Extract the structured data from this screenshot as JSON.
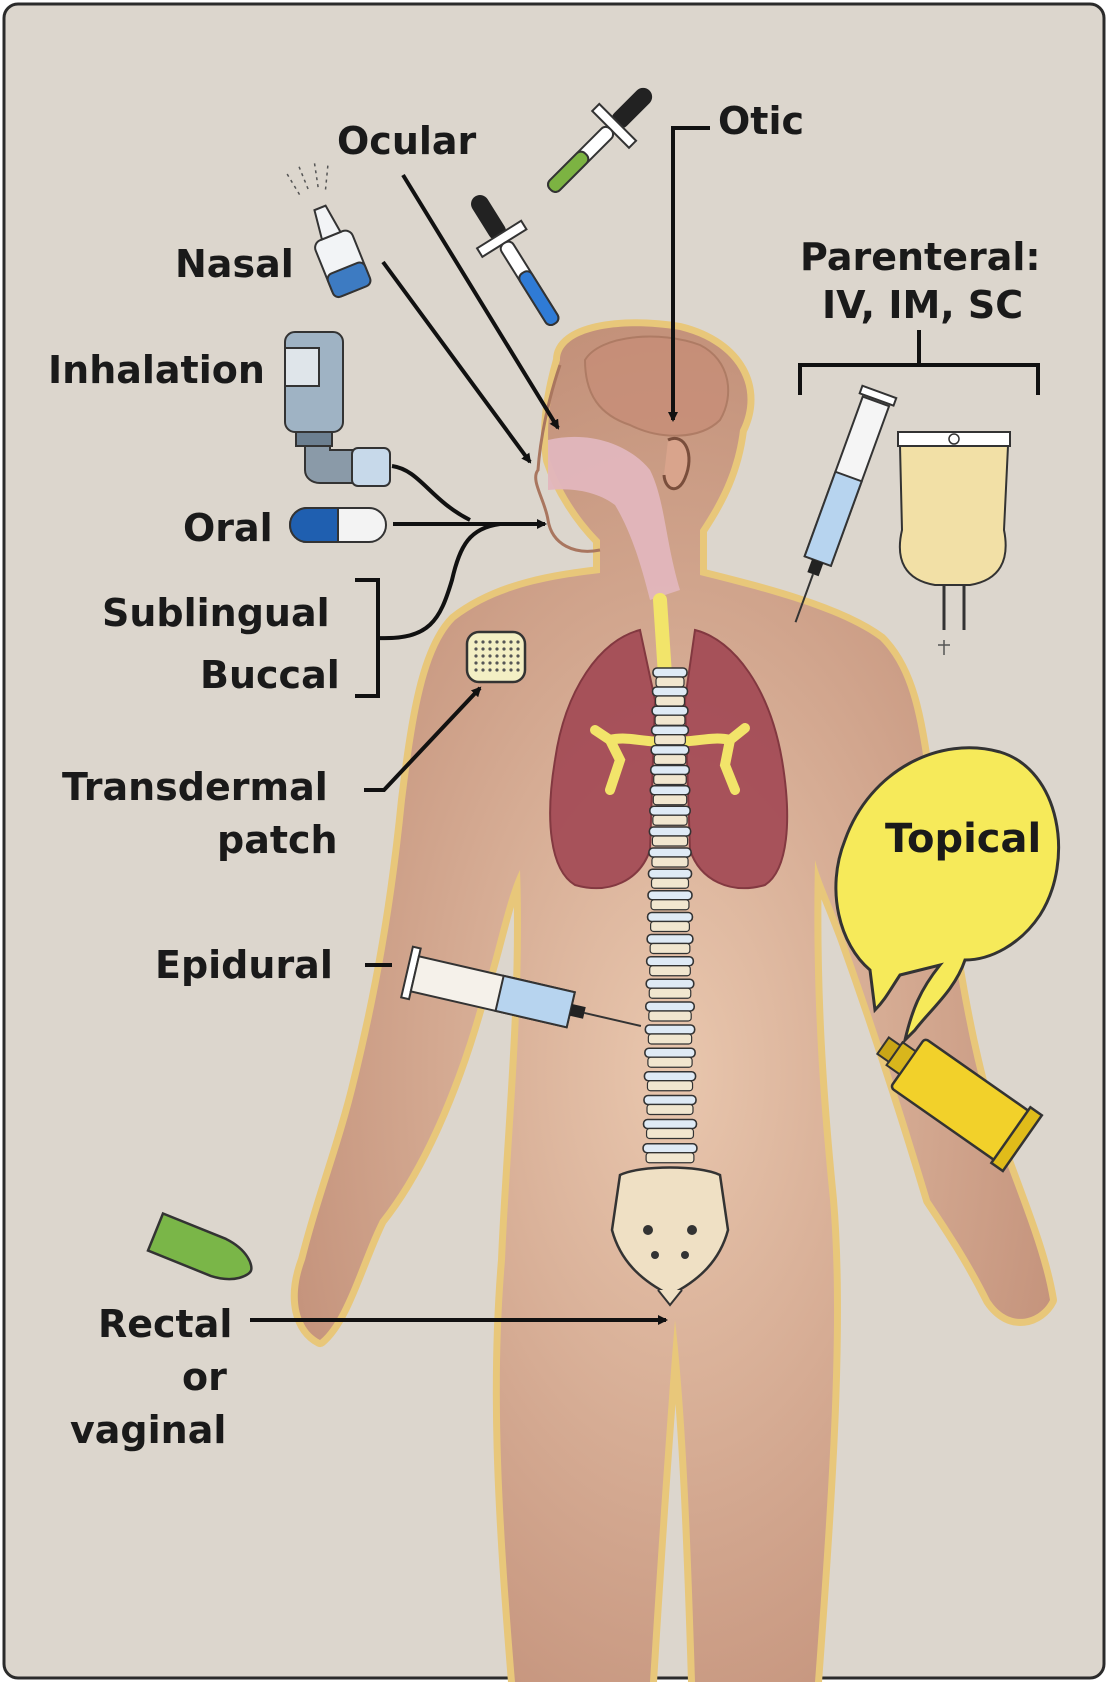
{
  "colors": {
    "background": "#dcd6cd",
    "border": "#2b2b2b",
    "body_fill": "#c99a82",
    "body_glow": "#f3d98c",
    "lungs": "#a34a55",
    "airway": "#f2e46a",
    "topical_bubble": "#f6ea5a"
  },
  "labels": {
    "ocular": "Ocular",
    "otic": "Otic",
    "nasal": "Nasal",
    "parenteral_line1": "Parenteral:",
    "parenteral_line2": "IV, IM, SC",
    "inhalation": "Inhalation",
    "oral": "Oral",
    "sublingual": "Sublingual",
    "buccal": "Buccal",
    "transdermal_line1": "Transdermal",
    "transdermal_line2": "patch",
    "topical": "Topical",
    "epidural": "Epidural",
    "rectal_line1": "Rectal",
    "rectal_line2": "or",
    "rectal_line3": "vaginal"
  },
  "icons": {
    "nasal_spray": "nasal-spray-icon",
    "eye_dropper_green": "dropper-icon",
    "eye_dropper_blue": "dropper-icon",
    "inhaler": "inhaler-icon",
    "capsule": "capsule-icon",
    "patch": "transdermal-patch-icon",
    "syringe": "syringe-icon",
    "iv_bag": "iv-bag-icon",
    "ointment_tube": "ointment-tube-icon",
    "suppository": "suppository-icon"
  }
}
